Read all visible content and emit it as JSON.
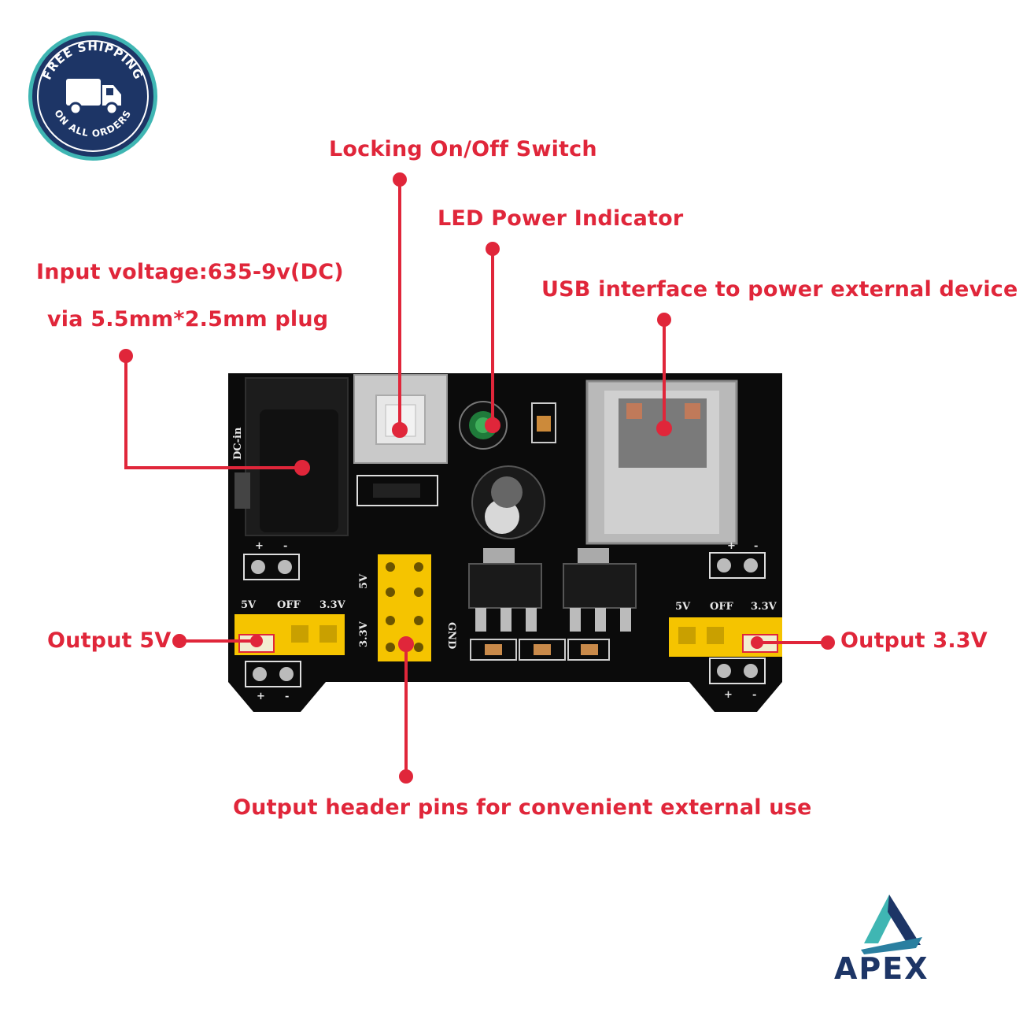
{
  "badge": {
    "top_text": "FREE SHIPPING",
    "bottom_text": "ON ALL ORDERS",
    "icon": "truck-icon",
    "ring_color": "#1d3566",
    "accent_color": "#3fb6b3"
  },
  "callouts": {
    "switch": "Locking On/Off Switch",
    "led": "LED Power Indicator",
    "input_line1": "Input voltage:635-9v(DC)",
    "input_line2": "via 5.5mm*2.5mm plug",
    "usb": "USB interface to power external device",
    "output_5v": "Output 5V",
    "output_3v3": "Output 3.3V",
    "header_pins": "Output header pins for convenient external use"
  },
  "board": {
    "dc_label": "DC-in",
    "left_jumper_labels": [
      "5V",
      "OFF",
      "3.3V"
    ],
    "right_jumper_labels": [
      "5V",
      "OFF",
      "3.3V"
    ],
    "header_labels": [
      "5V",
      "3.3V",
      "GND"
    ],
    "plus": "+",
    "minus": "-"
  },
  "logo": {
    "text": "APEX",
    "color": "#1d3566",
    "accent_color": "#3fb6b3"
  },
  "colors": {
    "callout_red": "#e0263a",
    "pcb_black": "#0b0b0b",
    "jumper_yellow": "#f5c400"
  }
}
